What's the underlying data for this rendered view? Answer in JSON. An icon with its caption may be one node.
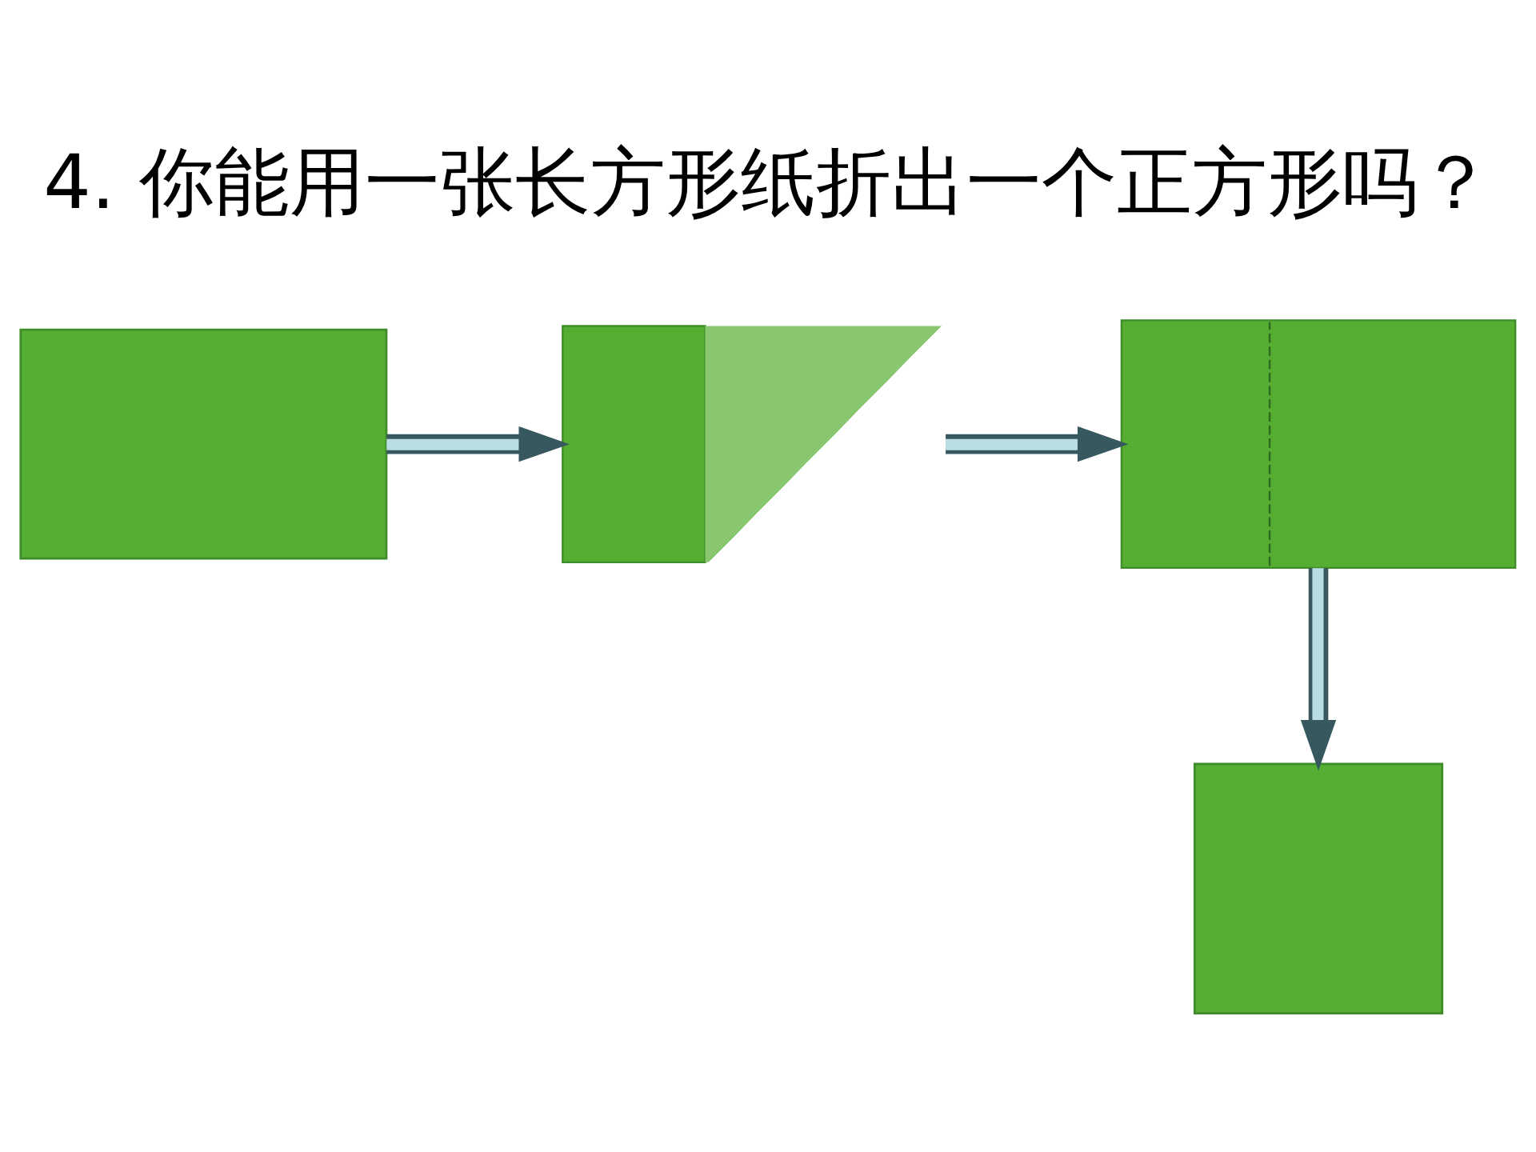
{
  "diagram": {
    "title": "4. 你能用一张长方形纸折出一个正方形吗？",
    "nodes": [
      {
        "text": [],
        "shape": "box"
      },
      {
        "text": [],
        "shape": "picture"
      },
      {
        "text": [],
        "shape": "box"
      },
      {
        "text": [],
        "shape": "box"
      }
    ],
    "edges": [
      {
        "from": 0,
        "to": 1,
        "arrow": "to"
      },
      {
        "from": 1,
        "to": 2,
        "arrow": "to"
      },
      {
        "from": 2,
        "to": 3,
        "arrow": "to"
      }
    ]
  }
}
